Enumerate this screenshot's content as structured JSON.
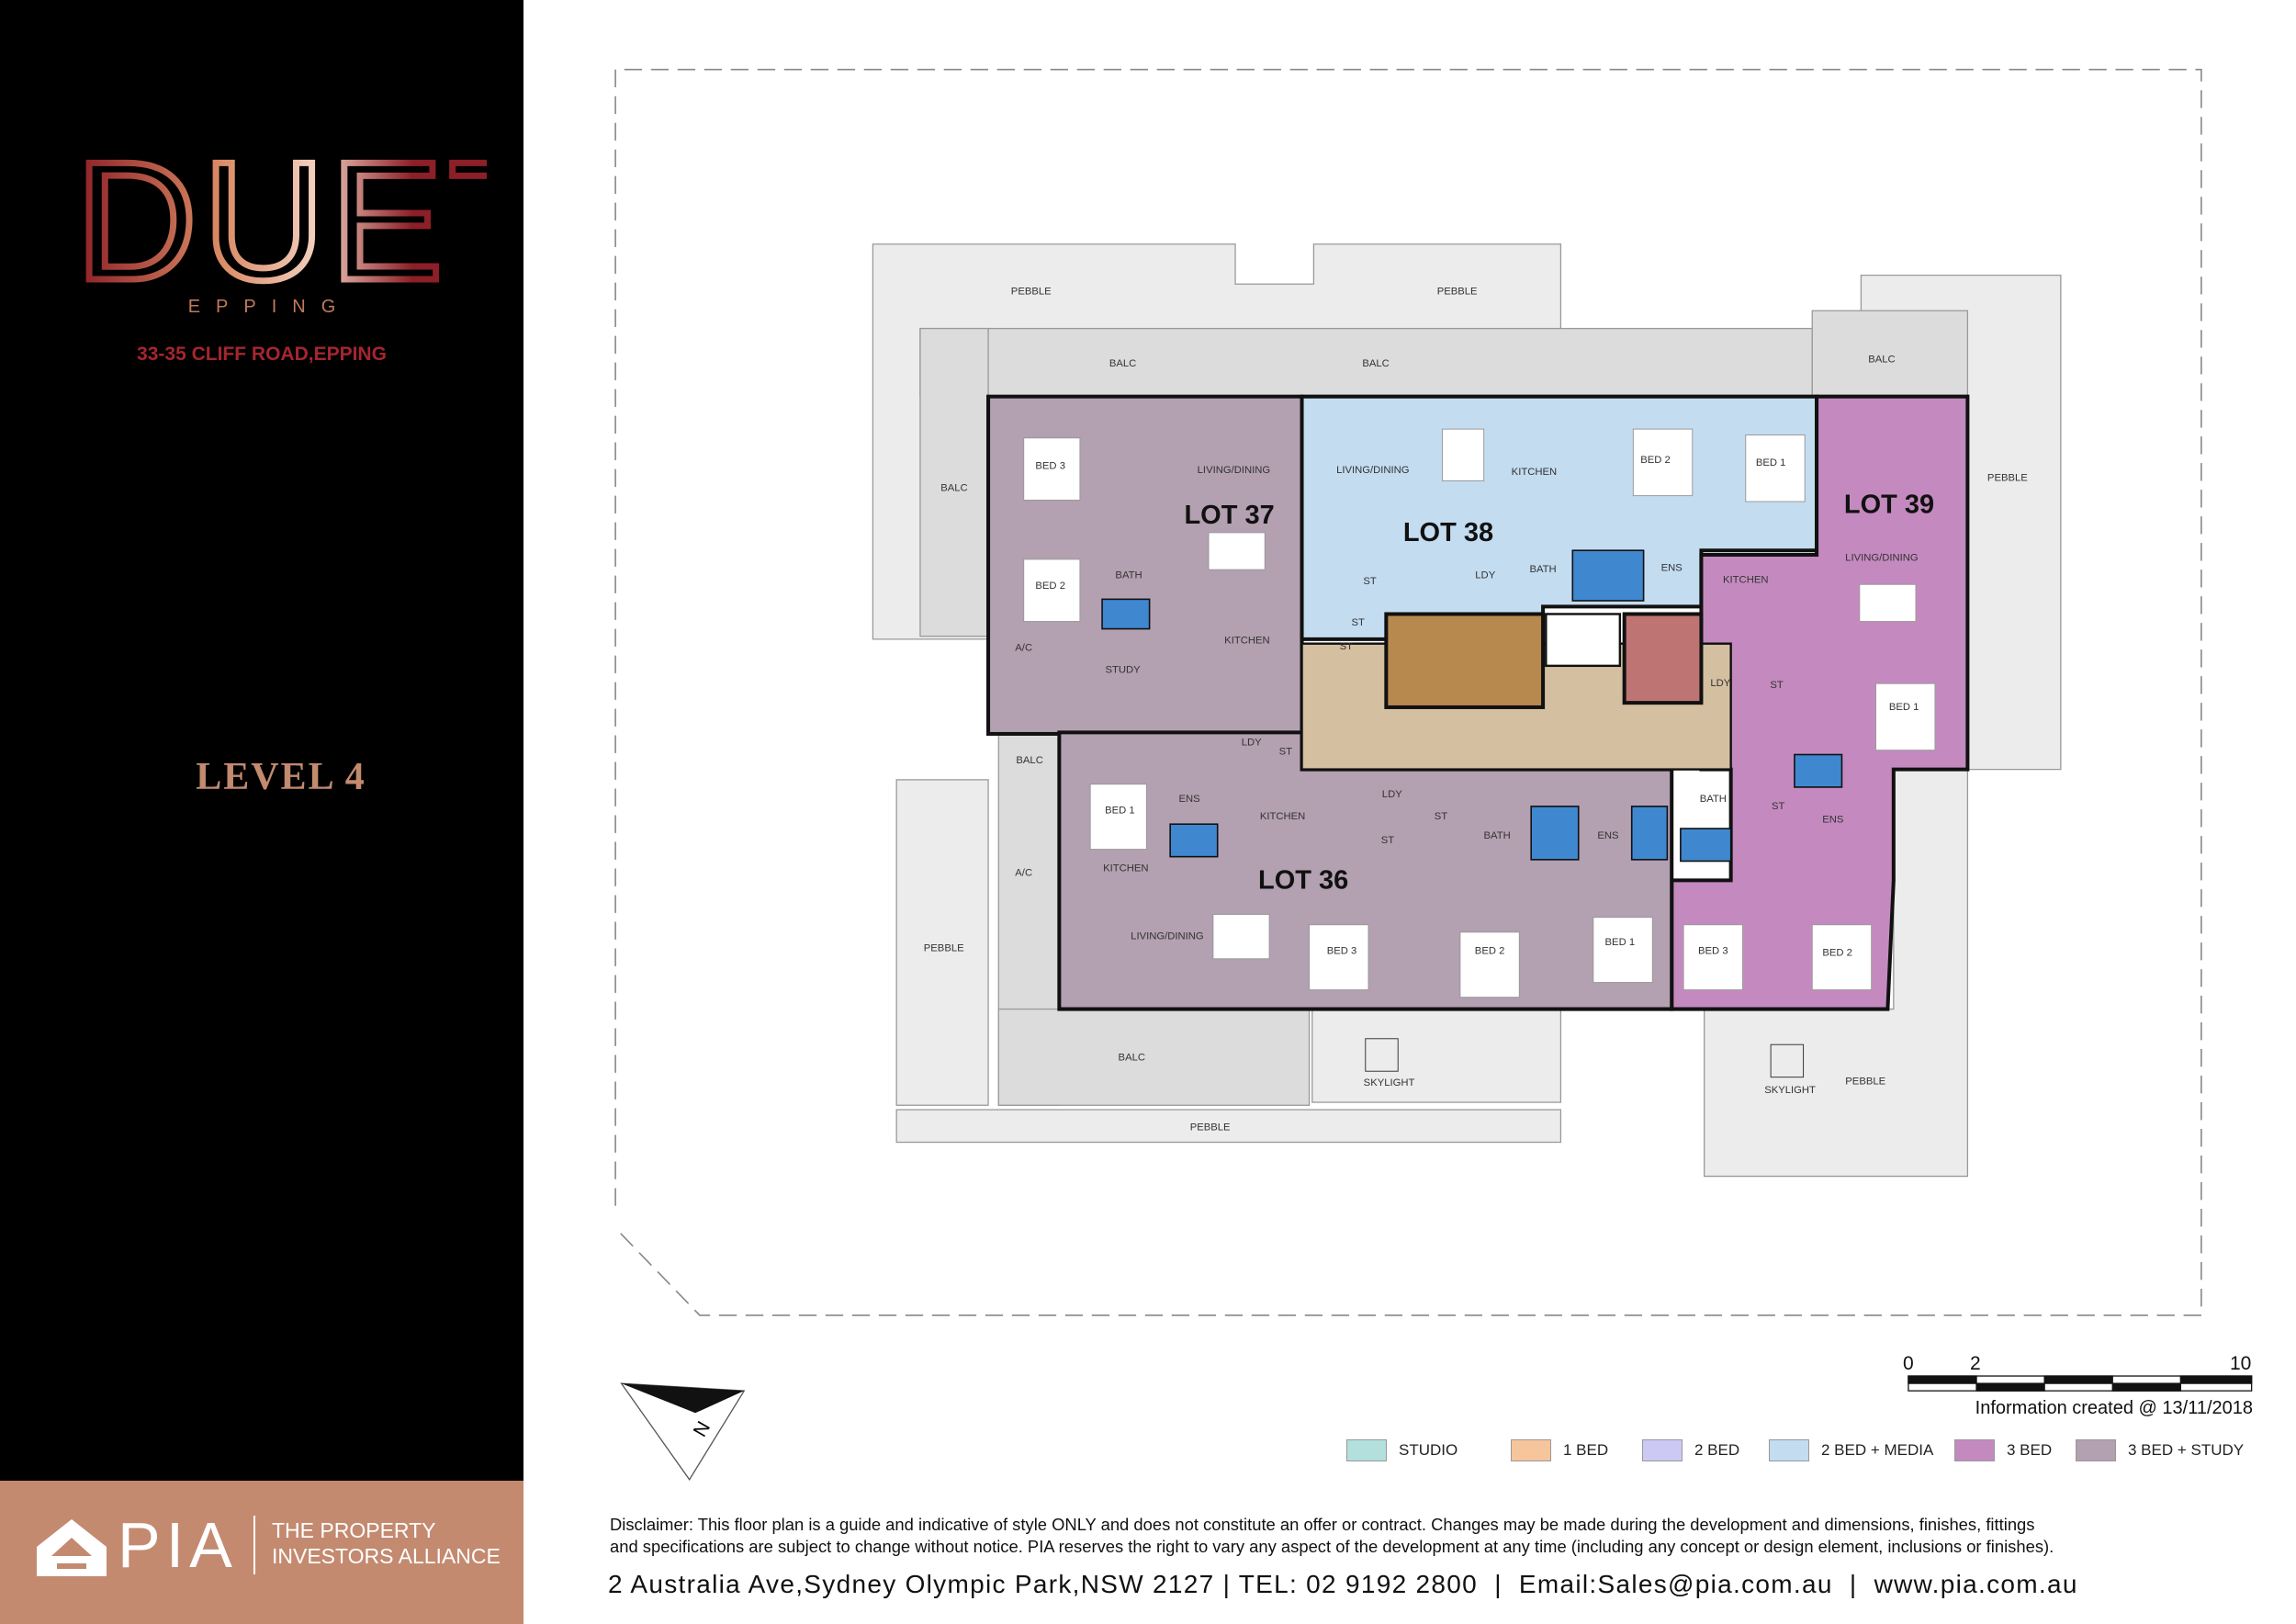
{
  "brand": {
    "logo_text": "DUET",
    "suburb": "EPPING",
    "address": "33-35 CLIFF ROAD,EPPING",
    "level": "LEVEL 4"
  },
  "pia": {
    "logo_text": "PIA",
    "tagline_1": "THE PROPERTY",
    "tagline_2": "INVESTORS ALLIANCE"
  },
  "plan": {
    "lots": [
      "LOT 37",
      "LOT 38",
      "LOT 39",
      "LOT 36"
    ],
    "labels": [
      "PEBBLE",
      "PEBBLE",
      "BALC",
      "BALC",
      "BALC",
      "PEBBLE",
      "BALC",
      "BED 3",
      "LIVING/DINING",
      "LIVING/DINING",
      "KITCHEN",
      "BED 2",
      "BED 1",
      "LIVING/DINING",
      "BED 2",
      "BATH",
      "ST",
      "LDY",
      "BATH",
      "ENS",
      "KITCHEN",
      "ST",
      "KITCHEN",
      "ST",
      "STUDY",
      "LDY",
      "ST",
      "BED 1",
      "BALC",
      "LDY",
      "ST",
      "BED 1",
      "ENS",
      "KITCHEN",
      "LDY",
      "ST",
      "ST",
      "BATH",
      "ENS",
      "BATH",
      "ST",
      "ENS",
      "KITCHEN",
      "PEBBLE",
      "LIVING/DINING",
      "BED 3",
      "BED 2",
      "BED 1",
      "BED 3",
      "BED 2",
      "BALC",
      "SKYLIGHT",
      "SKYLIGHT",
      "PEBBLE",
      "PEBBLE",
      "A/C",
      "A/C"
    ],
    "north": "N"
  },
  "scale": {
    "ticks": [
      "0",
      "2",
      "10"
    ],
    "info": "Information created @ 13/11/2018"
  },
  "legend": [
    {
      "label": "STUDIO",
      "color": "#b3e0dc"
    },
    {
      "label": "1 BED",
      "color": "#f7c59c"
    },
    {
      "label": "2 BED",
      "color": "#ccc9f5"
    },
    {
      "label": "2 BED + MEDIA",
      "color": "#c3dcf0"
    },
    {
      "label": "3 BED",
      "color": "#c48abf"
    },
    {
      "label": "3 BED + STUDY",
      "color": "#b3a0b1"
    }
  ],
  "footer": {
    "disclaimer_1": "Disclaimer: This floor plan is a guide and indicative of style ONLY and does not constitute an offer or contract. Changes may be made during the development and dimensions, finishes, fittings",
    "disclaimer_2": "and specifications are subject to change without notice. PIA reserves the right to vary any aspect of the development at any time (including any concept or design element, inclusions or finishes).",
    "contact": "2 Australia Ave,Sydney Olympic Park,NSW 2127 | TEL: 02 9192 2800  |  Email:Sales@pia.com.au  |  www.pia.com.au"
  }
}
